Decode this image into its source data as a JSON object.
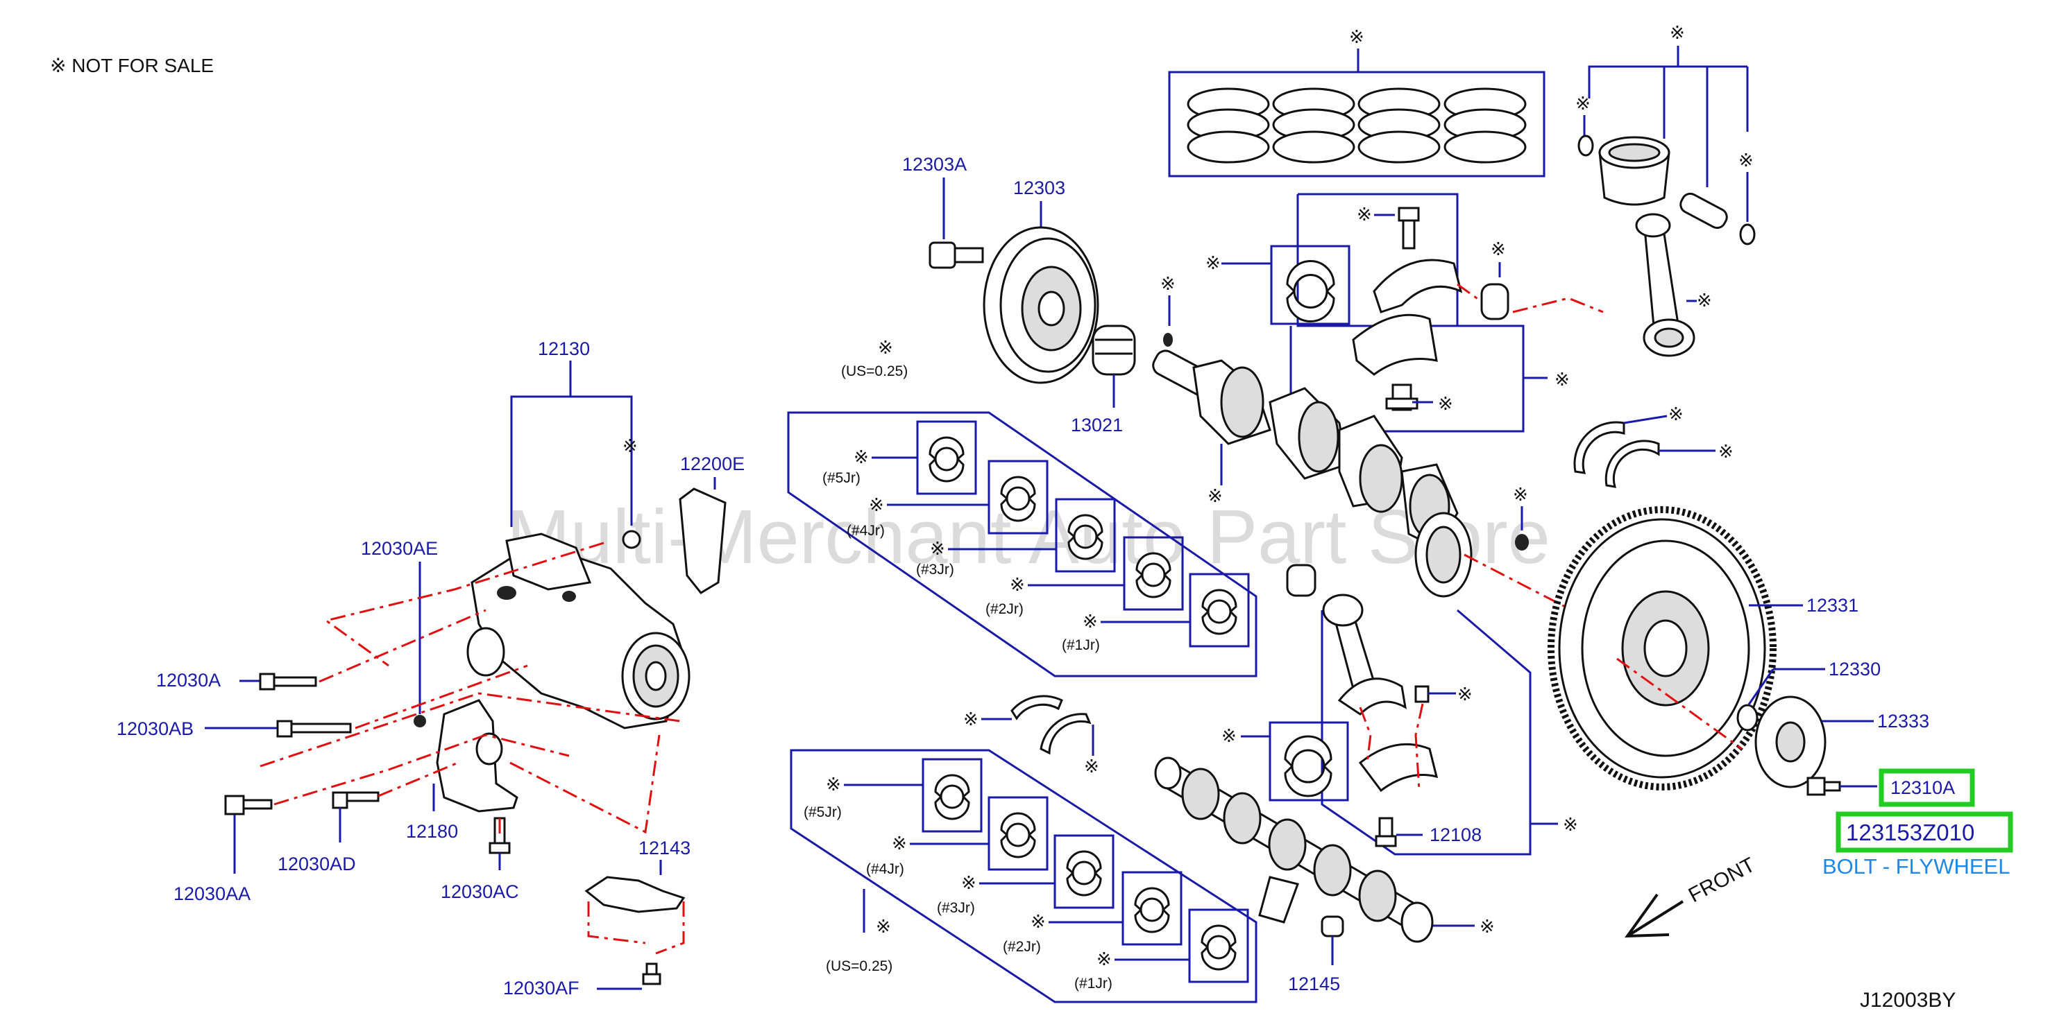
{
  "legend_note": "※ NOT FOR SALE",
  "watermark": "Multi-Merchant Auto Part Store",
  "diagram_code": "J12003BY",
  "front_label": "FRONT",
  "mark": "※",
  "parts": {
    "p12130": "12130",
    "p12200E": "12200E",
    "p12030AE": "12030AE",
    "p12030A": "12030A",
    "p12030AB": "12030AB",
    "p12030AA": "12030AA",
    "p12030AD": "12030AD",
    "p12180": "12180",
    "p12030AC": "12030AC",
    "p12143": "12143",
    "p12030AF": "12030AF",
    "p12303A": "12303A",
    "p12303": "12303",
    "p13021": "13021",
    "p12331": "12331",
    "p12330": "12330",
    "p12333": "12333",
    "p12108": "12108",
    "p12145": "12145"
  },
  "bearing_sets": {
    "upper_oversize": "(US=0.25)",
    "lower_oversize": "(US=0.25)",
    "journals": [
      "(#5Jr)",
      "(#4Jr)",
      "(#3Jr)",
      "(#2Jr)",
      "(#1Jr)"
    ]
  },
  "highlight": {
    "part": "12310A",
    "part_number": "123153Z010",
    "description": "BOLT - FLYWHEEL",
    "color": "#22cc22"
  }
}
